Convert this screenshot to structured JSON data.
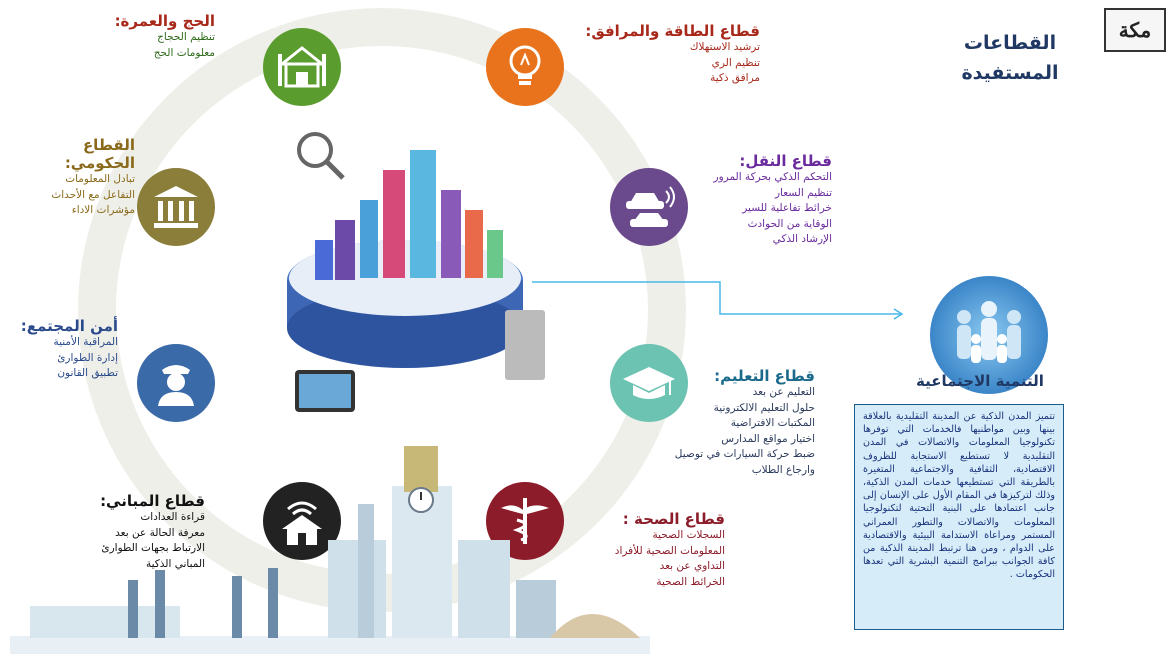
{
  "header": {
    "title_line1": "القطاعات",
    "title_line2": "المستفيدة",
    "logo_text": "مكة"
  },
  "sectors": {
    "hajj": {
      "title": "الحج والعمرة:",
      "items": [
        "تنظيم الحجاج",
        "معلومات الحج"
      ]
    },
    "energy": {
      "title": "قطاع الطاقة والمرافق:",
      "items": [
        "ترشيد الاستهلاك",
        "تنظيم الري",
        "مرافق ذكية"
      ]
    },
    "government": {
      "title": "القطاع الحكومي:",
      "items": [
        "تبادل المعلومات",
        "التفاعل مع الأحداث",
        "مؤشرات الاداء"
      ]
    },
    "transport": {
      "title": "قطاع النقل:",
      "items": [
        "التحكم الذكي بحركة المرور",
        "تنظيم السعار",
        "خرائط تفاعلية للسير",
        "الوقاية من الحوادث",
        "الإرشاد الذكي"
      ]
    },
    "security": {
      "title": "أمن المجتمع:",
      "items": [
        "المراقبة الأمنية",
        "إدارة الطوارئ",
        "تطبيق القانون"
      ]
    },
    "education": {
      "title": "قطاع التعليم:",
      "items": [
        "التعليم عن بعد",
        "حلول التعليم الالكترونية",
        "المكتبات الافتراضية",
        "اختيار مواقع المدارس",
        "ضبط حركة السيارات في توصيل",
        "وارجاع الطلاب"
      ]
    },
    "buildings": {
      "title": "قطاع المباني:",
      "items": [
        "قراءة العدادات",
        "معرفة الحالة عن بعد",
        "الارتباط بجهات الطوارئ",
        "المباني الذكية"
      ]
    },
    "health": {
      "title": "قطاع الصحة :",
      "items": [
        "السجلات الصحية",
        "المعلومات الصحية للأفراد",
        "التداوي عن بعد",
        "الخرائط الصحية"
      ]
    }
  },
  "social": {
    "title": "التنمية الاجتماعية",
    "paragraph": "تتميز المدن الذكية عن المدينة التقليدية بالعلاقة بينها وبين مواطنيها فالخدمات التي توفرها تكنولوجيا المعلومات والاتصالات في المدن التقليدية لا تستطيع الاستجابة للظروف الاقتصادية، الثقافية والاجتماعية المتغيرة بالطريقة التي تستطيعها خدمات المدن الذكية، وذلك لتركيزها في المقام الأول على الإنسان إلى جانب اعتمادها على البنية التحتية لتكنولوجيا المعلومات والاتصالات والتطور العمراني المستمر ومراعاة الاستدامة البيئية والاقتصادية على الدوام ، ومن هنا ترتبط المدينة الذكية من كافة الجوانب ببرامج التنمية البشرية التي تعدها الحكومات ."
  },
  "colors": {
    "hajj": "#5a9c2e",
    "energy": "#e8731c",
    "government": "#8b7d3a",
    "transport": "#6a4a8c",
    "security": "#3a6aa8",
    "education": "#6cc3b2",
    "buildings": "#222222",
    "health": "#8c1c2a"
  },
  "icons": {
    "hajj": "kaaba-mosque-icon",
    "energy": "lightbulb-icon",
    "government": "government-building-icon",
    "transport": "connected-car-icon",
    "security": "police-officer-icon",
    "education": "graduation-cap-icon",
    "buildings": "smart-home-wifi-icon",
    "health": "caduceus-icon"
  }
}
